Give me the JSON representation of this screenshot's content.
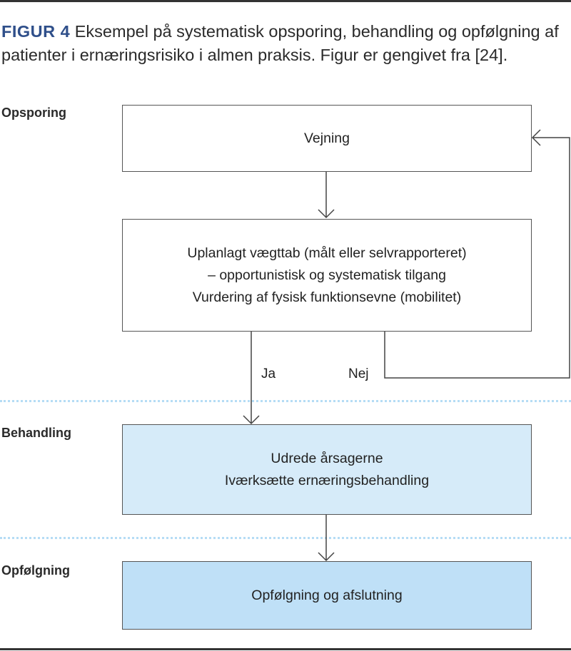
{
  "caption": {
    "figure_label": "FIGUR 4",
    "text": " Eksempel på systematisk opsporing, behandling og opfølgning af patienter i ernæringsrisiko i almen praksis. Figur er gengivet fra [24]."
  },
  "sections": {
    "opsporing": "Opsporing",
    "behandling": "Behandling",
    "opfolgning": "Opfølgning"
  },
  "boxes": {
    "vejning": "Vejning",
    "screening": [
      "Uplanlagt vægttab (målt eller selvrapporteret)",
      "– opportunistisk og systematisk tilgang",
      "Vurdering af fysisk funktionsevne (mobilitet)"
    ],
    "behandling": [
      "Udrede årsagerne",
      "Iværksætte ernæringsbehandling"
    ],
    "opfolgning": "Opfølgning og afslutning"
  },
  "branches": {
    "yes": "Ja",
    "no": "Nej"
  },
  "colors": {
    "figure_label": "#2f4f8a",
    "behandling_fill": "#d6ebf9",
    "opfolgning_fill": "#bfe0f7",
    "divider": "#b5dcf5"
  }
}
